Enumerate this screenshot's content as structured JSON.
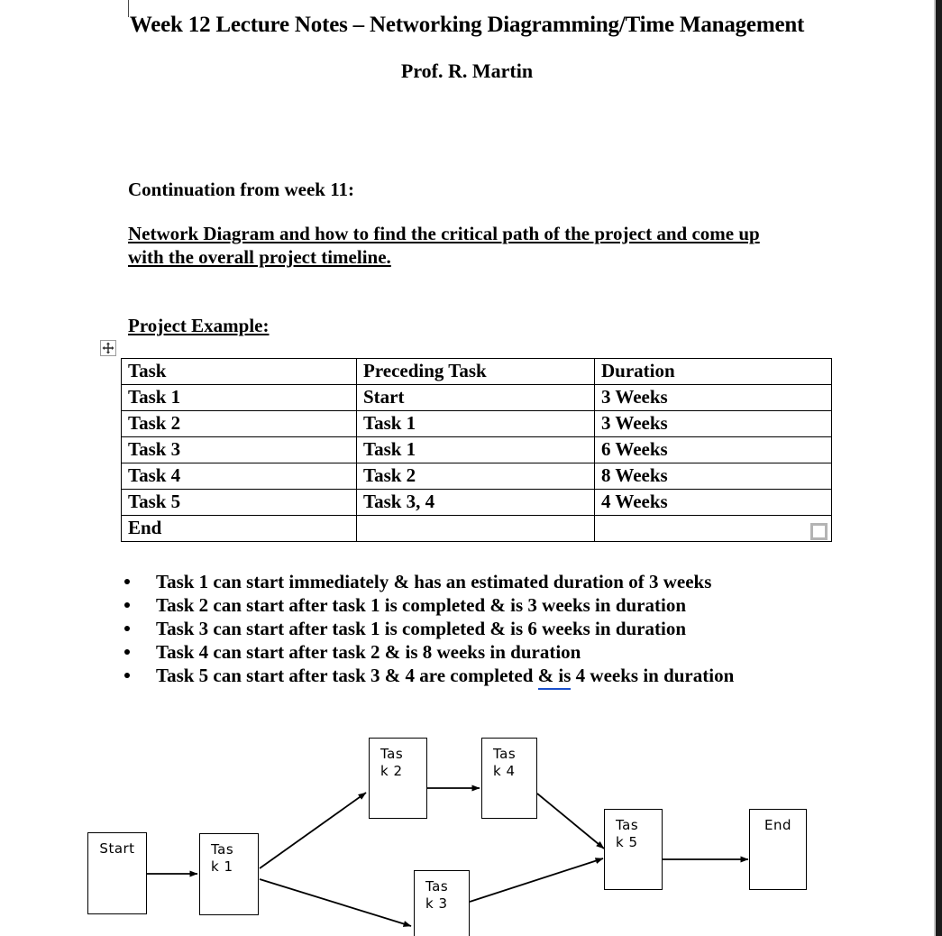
{
  "document": {
    "title": "Week 12 Lecture Notes – Networking Diagramming/Time Management",
    "author": "Prof. R. Martin",
    "paragraphs": {
      "continuation": "Continuation from week 11:",
      "network_diagram": "Network Diagram and how to find the critical path of the project and come up with the overall project timeline.",
      "project_example": "Project Example:"
    }
  },
  "table": {
    "headers": [
      "Task",
      "Preceding Task",
      "Duration"
    ],
    "rows": [
      [
        "Task 1",
        "Start",
        "3 Weeks"
      ],
      [
        "Task 2",
        "Task 1",
        "3 Weeks"
      ],
      [
        "Task 3",
        "Task 1",
        "6 Weeks"
      ],
      [
        "Task 4",
        "Task 2",
        "8 Weeks"
      ],
      [
        "Task 5",
        "Task 3, 4",
        "4 Weeks"
      ],
      [
        "End",
        "",
        ""
      ]
    ],
    "move_handle_icon": "move-cross-icon",
    "resize_handle_icon": "resize-square-icon"
  },
  "bullets": [
    {
      "text": "Task 1 can start immediately & has an estimated duration of 3 weeks"
    },
    {
      "text": "Task 2 can start after task 1 is completed & is 3 weeks in duration"
    },
    {
      "text": "Task 3 can start after task 1 is completed & is 6 weeks in duration"
    },
    {
      "text": "Task 4 can start after task 2 & is 8 weeks in duration"
    },
    {
      "before": "Task 5 can start after task 3 & 4 are completed ",
      "flagged": "&  is",
      "after": " 4 weeks in duration",
      "flag_color": "#1a4fcc"
    }
  ],
  "diagram": {
    "nodes": [
      {
        "id": "start",
        "label_line1": "Start",
        "label_line2": ""
      },
      {
        "id": "task1",
        "label_line1": "Tas",
        "label_line2": "k 1"
      },
      {
        "id": "task2",
        "label_line1": "Tas",
        "label_line2": "k 2"
      },
      {
        "id": "task3",
        "label_line1": "Tas",
        "label_line2": "k 3"
      },
      {
        "id": "task4",
        "label_line1": "Tas",
        "label_line2": "k 4"
      },
      {
        "id": "task5",
        "label_line1": "Tas",
        "label_line2": "k 5"
      },
      {
        "id": "end",
        "label_line1": "End",
        "label_line2": ""
      }
    ],
    "edges": [
      {
        "from": "start",
        "to": "task1"
      },
      {
        "from": "task1",
        "to": "task2"
      },
      {
        "from": "task1",
        "to": "task3"
      },
      {
        "from": "task2",
        "to": "task4"
      },
      {
        "from": "task4",
        "to": "task5"
      },
      {
        "from": "task3",
        "to": "task5"
      },
      {
        "from": "task5",
        "to": "end"
      }
    ]
  }
}
